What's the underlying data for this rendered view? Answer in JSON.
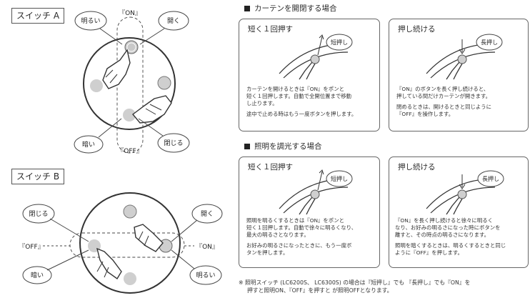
{
  "switch_a": {
    "tag": "スイッチ A",
    "label_on": "『ON』",
    "label_off": "『OFF』",
    "bubble_bright": "明るい",
    "bubble_open": "開く",
    "bubble_dark": "暗い",
    "bubble_close": "閉じる"
  },
  "switch_b": {
    "tag": "スイッチ B",
    "label_on": "『ON』",
    "label_off": "『OFF』",
    "bubble_close": "閉じる",
    "bubble_open": "開く",
    "bubble_dark": "暗い",
    "bubble_bright": "明るい"
  },
  "curtain": {
    "heading": "カーテンを開閉する場合",
    "short": {
      "title": "短く１回押す",
      "bubble": "短押し",
      "line1": "カーテンを開けるときは『ON』をポンと",
      "line2": "短く１回押します。自動で全開位置まで移動",
      "line3": "し止ります。",
      "line4": "途中で止める時はもう一度ボタンを押します。"
    },
    "long": {
      "title": "押し続ける",
      "bubble": "長押し",
      "line1": "『ON』のボタンを長く押し続けると、",
      "line2": "押している間だけカーテンが開きます。",
      "line3": "閉めるときは、開けるときと同じように",
      "line4": "『OFF』を操作します。"
    }
  },
  "lighting": {
    "heading": "照明を調光する場合",
    "short": {
      "title": "短く１回押す",
      "bubble": "短押し",
      "line1": "照明を明るくするときは『ON』をポンと",
      "line2": "短く１回押します。自動で徐々に明るくなり、",
      "line3": "最大の明るさとなります。",
      "line4": "お好みの明るさになったときに、もう一度ボ",
      "line5": "タンを押します。"
    },
    "long": {
      "title": "押し続ける",
      "bubble": "長押し",
      "line1": "『ON』を長く押し続けると徐々に明るく",
      "line2": "なり、お好みの明るさになった時にボタンを",
      "line3": "離すと、その時点の明るさになります。",
      "line4": "照明を暗くするときは、明るくするときと同じ",
      "line5": "ように『OFF』を押します。"
    }
  },
  "note": {
    "line1": "※ 照明スイッチ (LC6200S、 LC6300S) の場合は『短押し』でも 『長押し』でも『ON』を",
    "line2": "押すと照明ON、『OFF』を押すと が照明OFFとなります。"
  }
}
